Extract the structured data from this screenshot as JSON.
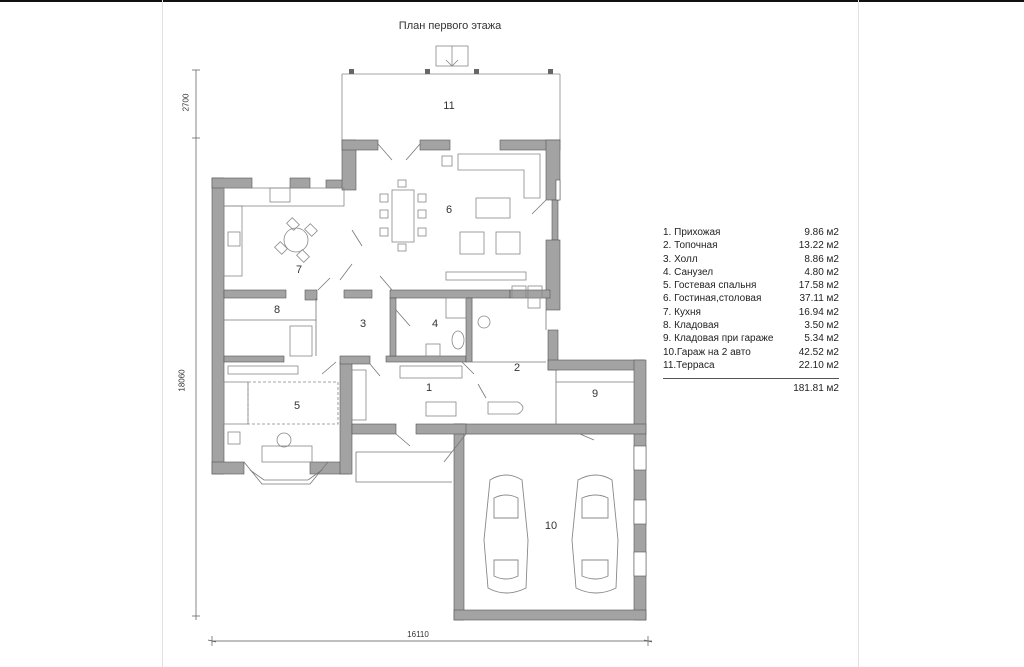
{
  "plan": {
    "title": "План первого этажа",
    "dim_terrace": "2700",
    "dim_height": "18060",
    "dim_width": "16110"
  },
  "rooms": [
    {
      "num": "1.",
      "label": "1",
      "name": "Прихожая",
      "area": "9.86 м2"
    },
    {
      "num": "2.",
      "label": "2",
      "name": "Топочная",
      "area": "13.22 м2"
    },
    {
      "num": "3.",
      "label": "3",
      "name": "Холл",
      "area": "8.86 м2"
    },
    {
      "num": "4.",
      "label": "4",
      "name": "Санузел",
      "area": "4.80 м2"
    },
    {
      "num": "5.",
      "label": "5",
      "name": "Гостевая спальня",
      "area": "17.58 м2"
    },
    {
      "num": "6.",
      "label": "6",
      "name": "Гостиная,столовая",
      "area": "37.11 м2"
    },
    {
      "num": "7.",
      "label": "7",
      "name": "Кухня",
      "area": "16.94 м2"
    },
    {
      "num": "8.",
      "label": "8",
      "name": "Кладовая",
      "area": "3.50 м2"
    },
    {
      "num": "9.",
      "label": "9",
      "name": "Кладовая при гараже",
      "area": "5.34 м2"
    },
    {
      "num": "10.",
      "label": "10",
      "name": "Гараж на 2 авто",
      "area": "42.52 м2"
    },
    {
      "num": "11.",
      "label": "11",
      "name": "Терраса",
      "area": "22.10 м2"
    }
  ],
  "total_area": "181.81 м2",
  "colors": {
    "wall": "#a3a3a3",
    "wall_edge": "#555555",
    "line": "#777777"
  }
}
